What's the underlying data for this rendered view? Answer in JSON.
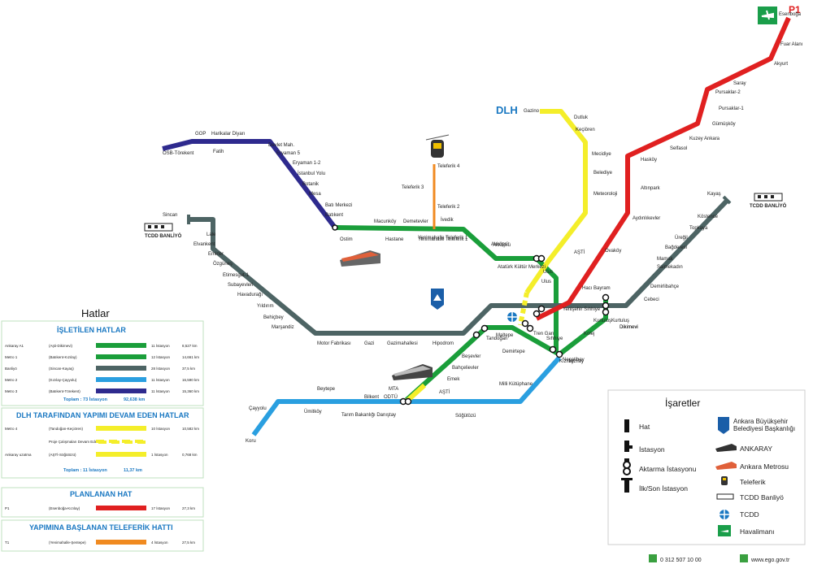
{
  "map": {
    "airport_line": "P1",
    "dlh_label": "DLH",
    "colors": {
      "ankaray": "#1a9e3a",
      "metro1": "#1a9e3a",
      "banliyo": "#4d6464",
      "metro2": "#2a9fe0",
      "metro3": "#2e2a8e",
      "dlh": "#f4ee2a",
      "p1": "#e02020",
      "teleferik": "#f08a20"
    },
    "stations": {
      "p1": [
        "Esenboğa",
        "Fuar Alanı",
        "Akyurt",
        "Saray",
        "Pursaklar-2",
        "Pursaklar-1",
        "Gümüşköy",
        "Kuzey Ankara",
        "Selfasol",
        "Hasköy",
        "Altınpark",
        "Aydınlıkevler",
        "Ovaköy",
        "Hacı Bayram"
      ],
      "dlh": [
        "Gazino",
        "Dutluk",
        "Keçiören",
        "Mecidiye",
        "Belediye",
        "Meteoroloji",
        "Akköprü",
        "AŞTİ"
      ],
      "metro3": [
        "OSB-Törekent",
        "GOP",
        "Harikalar Diyarı",
        "Fatih",
        "Devlet Mah.",
        "Eryaman 5",
        "Eryaman 1-2",
        "İstanbul Yolu",
        "Botanik",
        "Mesa",
        "Batı Merkezi",
        "Batıkent"
      ],
      "metro1": [
        "Ostim",
        "Macunköy",
        "Hastane",
        "Demetevler",
        "Yenimahalle Teleferik 1",
        "İvedik",
        "Akköprü",
        "Atatürk Kültür Merkezi",
        "Ulus",
        "Sıhhıye",
        "Kızılay"
      ],
      "banliyo": [
        "Sincan",
        "Lale",
        "Elvankent",
        "Emirler",
        "Özgüneş",
        "Etimesgut-1",
        "Subayevleri",
        "Havadurağı",
        "Yıldırım",
        "Behiçbey",
        "Marşandiz",
        "Motor Fabrikası",
        "Gazi",
        "Gazimahallesi",
        "Hipodrom",
        "Yenişehir Sıhhiye",
        "Kurtuluş",
        "Cebeci",
        "Demirlibahçe",
        "Saimekadın",
        "Mamak",
        "Bağderesi",
        "Üreğil",
        "Topkaya",
        "Köstence",
        "Kayaş",
        "Dikimevi"
      ],
      "metro2": [
        "Koru",
        "Çayyolu",
        "Ümitköy",
        "Beytepe",
        "Tarım Bakanlığı Danıştay",
        "Bilkent",
        "ODTÜ",
        "MTA",
        "Söğütözü",
        "Milli Kütüphane",
        "Necatibey",
        "Kızılay"
      ],
      "ankaray": [
        "AŞTİ",
        "Emek",
        "Bahçelievler",
        "Beşevler",
        "Tandoğan",
        "Maltepe",
        "Demirtepe",
        "Kızılay",
        "Kolej",
        "Kurtuluş",
        "Dikimevi"
      ],
      "teleferik": [
        "Teleferik 4",
        "Teleferik 3",
        "Teleferik 2",
        "Yenimahalle Teleferik 1"
      ],
      "misc": [
        "İtfaiye",
        "Tren Garı",
        "Ulus",
        "TCDD BANLİYÖ"
      ]
    }
  },
  "hatlar": {
    "title": "Hatlar",
    "isletilen_title": "İŞLETİLEN HATLAR",
    "isletilen": [
      {
        "name": "Ankaray A1",
        "route": "(Aşti-Dikimevi)",
        "color": "#1a9e3a",
        "stations": "11 İstasyon",
        "km": "8,527 km"
      },
      {
        "name": "Metro 1",
        "route": "(Batıkent-Kızılay)",
        "color": "#1a9e3a",
        "stations": "12 İstasyon",
        "km": "14,661 km"
      },
      {
        "name": "Banliyö",
        "route": "(Sincan-Kayaş)",
        "color": "#4d6464",
        "stations": "28 İstasyon",
        "km": "37,5 km"
      },
      {
        "name": "Metro 2",
        "route": "(Kızılay-Çayyolu)",
        "color": "#2a9fe0",
        "stations": "11 İstasyon",
        "km": "16,590 km"
      },
      {
        "name": "Metro 3",
        "route": "(Batıkent-Törekent)",
        "color": "#2e2a8e",
        "stations": "11 İstasyon",
        "km": "15,360 km"
      }
    ],
    "isletilen_total": "Toplam : 73 İstasyon",
    "isletilen_total_km": "92,638 km",
    "dlh_title": "DLH TARAFINDAN YAPIMI DEVAM EDEN HATLAR",
    "dlh": [
      {
        "name": "Metro 4",
        "route": "(Tandoğan-Keçiören)",
        "color": "#f4ee2a",
        "stations": "10 İstasyon",
        "km": "10,582 km",
        "dashed": false
      },
      {
        "name": "",
        "route": "Proje Çalışmaları Devam Eden",
        "color": "#f4ee2a",
        "stations": "",
        "km": "",
        "dashed": true
      },
      {
        "name": "Ankaray uzatma",
        "route": "(AŞTİ-Söğütözü)",
        "color": "#f4ee2a",
        "stations": "1 İstasyon",
        "km": "0,768 km",
        "dashed": false
      }
    ],
    "dlh_total": "Toplam : 11 İstasyon",
    "dlh_total_km": "11,37 km",
    "planlanan_title": "PLANLANAN HAT",
    "planlanan": [
      {
        "name": "P1",
        "route": "(Esenboğa-Kızılay)",
        "color": "#e02020",
        "stations": "17 İstasyon",
        "km": "27,3 km"
      }
    ],
    "teleferik_title": "YAPIMINA BAŞLANAN TELEFERİK HATTI",
    "teleferik": [
      {
        "name": "T1",
        "route": "(Yenimahalle-Şentepe)",
        "color": "#f08a20",
        "stations": "4 İstasyon",
        "km": "27,5 km"
      }
    ]
  },
  "isaretler": {
    "title": "İşaretler",
    "items": [
      {
        "label": "Hat",
        "icon": "line-icon"
      },
      {
        "label": "İstasyon",
        "icon": "station-icon"
      },
      {
        "label": "Aktarma İstasyonu",
        "icon": "transfer-icon"
      },
      {
        "label": "İlk/Son İstasyon",
        "icon": "terminal-icon"
      }
    ],
    "right_items": [
      {
        "label": "Ankara Büyükşehir Belediyesi Başkanlığı",
        "icon": "municipality-logo-icon"
      },
      {
        "label": "ANKARAY",
        "icon": "ankaray-train-icon"
      },
      {
        "label": "Ankara Metrosu",
        "icon": "metro-train-icon"
      },
      {
        "label": "Teleferik",
        "icon": "cable-car-icon"
      },
      {
        "label": "TCDD Banliyö",
        "icon": "suburban-train-icon"
      },
      {
        "label": "TCDD",
        "icon": "tcdd-logo-icon"
      },
      {
        "label": "Havalimanı",
        "icon": "airplane-icon"
      }
    ]
  },
  "footer": {
    "phone": "0 312 507 10 00",
    "web": "www.ego.gov.tr"
  }
}
